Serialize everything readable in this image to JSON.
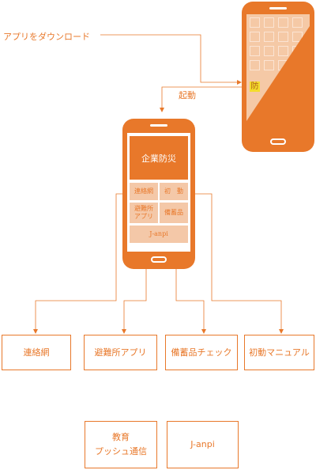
{
  "labels": {
    "download": "アプリをダウンロード",
    "launch": "起動"
  },
  "icon_char": "防",
  "app": {
    "title": "企業防災",
    "tiles": {
      "contact": "連絡網",
      "initial": "初　動",
      "shelter": "避難所\nアプリ",
      "supplies": "備蓄品",
      "janpi": "J-anpi"
    }
  },
  "boxes": {
    "contact": "連絡網",
    "shelter": "避難所アプリ",
    "supplies": "備蓄品チェック",
    "manual": "初動マニュアル",
    "education": "教育\nプッシュ通信",
    "janpi": "J-anpi"
  },
  "colors": {
    "accent": "#e8782a",
    "tile": "#f4c8a8",
    "icon_bg": "#f3dc2c"
  }
}
